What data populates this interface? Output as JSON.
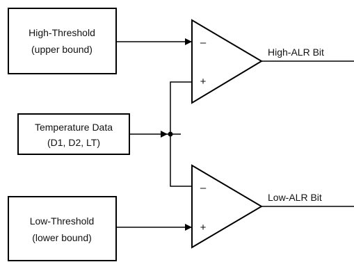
{
  "diagram": {
    "blocks": {
      "high_threshold": {
        "line1": "High-Threshold",
        "line2": "(upper bound)"
      },
      "temperature": {
        "line1": "Temperature Data",
        "line2": "(D1, D2, LT)"
      },
      "low_threshold": {
        "line1": "Low-Threshold",
        "line2": "(lower bound)"
      }
    },
    "comparators": {
      "high": {
        "minus_sign": "–",
        "plus_sign": "+",
        "output_label": "High-ALR Bit"
      },
      "low": {
        "minus_sign": "–",
        "plus_sign": "+",
        "output_label": "Low-ALR Bit"
      }
    }
  }
}
